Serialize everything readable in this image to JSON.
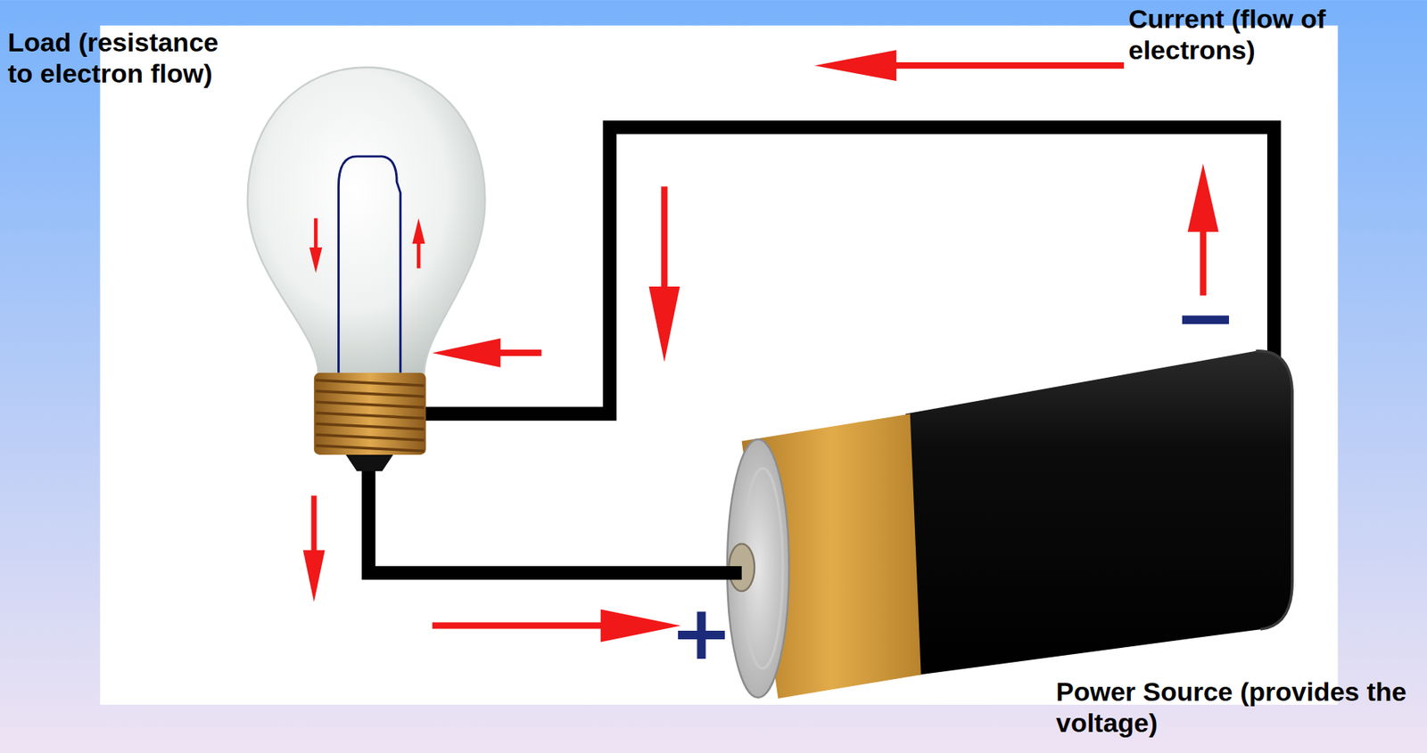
{
  "diagram": {
    "labels": [
      "Current (flow of electrons)",
      "Load (resistance to electron flow)",
      "−",
      "+",
      "Power Source (provides the voltage)"
    ]
  }
}
